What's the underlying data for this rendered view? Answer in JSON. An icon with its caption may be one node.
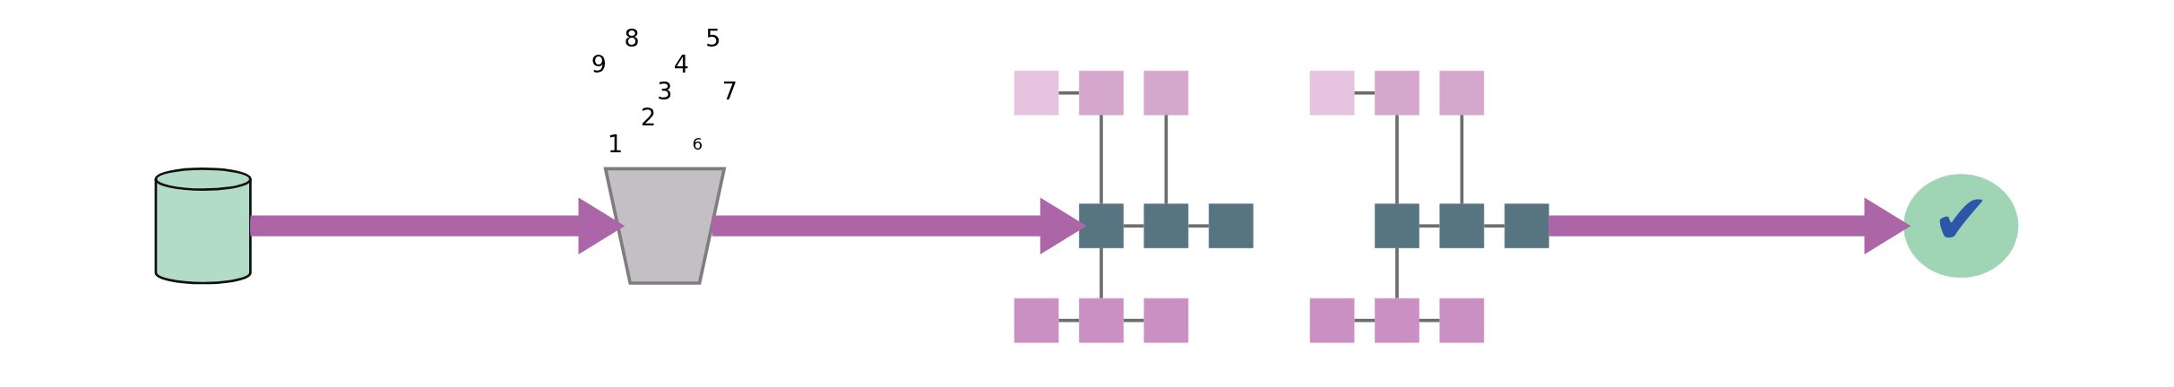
{
  "diagram": {
    "nodes": [
      {
        "text": [],
        "shape": "cylinder"
      },
      {
        "text": [],
        "shape": "funnel"
      },
      {
        "text": [],
        "shape": "square"
      },
      {
        "text": [],
        "shape": "square"
      },
      {
        "text": [],
        "shape": "square"
      },
      {
        "text": [],
        "shape": "square"
      },
      {
        "text": [],
        "shape": "square"
      },
      {
        "text": [],
        "shape": "square"
      },
      {
        "text": [],
        "shape": "square"
      },
      {
        "text": [],
        "shape": "square"
      },
      {
        "text": [],
        "shape": "square"
      },
      {
        "text": [],
        "shape": "square"
      },
      {
        "text": [],
        "shape": "square"
      },
      {
        "text": [],
        "shape": "square"
      },
      {
        "text": [],
        "shape": "square"
      },
      {
        "text": [],
        "shape": "square"
      },
      {
        "text": [],
        "shape": "square"
      },
      {
        "text": [],
        "shape": "square"
      },
      {
        "text": [],
        "shape": "square"
      },
      {
        "text": [],
        "shape": "square"
      },
      {
        "text": [
          "✔"
        ]
      }
    ],
    "edges": [
      {
        "from": 0,
        "to": 1,
        "arrow": "to",
        "style": "thick",
        "color": "#ac66a8"
      },
      {
        "from": 1,
        "to": 5,
        "arrow": "to",
        "style": "thick",
        "color": "#ac66a8"
      },
      {
        "from": 2,
        "to": 3,
        "arrow": "none"
      },
      {
        "from": 3,
        "to": 5,
        "arrow": "none"
      },
      {
        "from": 4,
        "to": 6,
        "arrow": "none"
      },
      {
        "from": 5,
        "to": 6,
        "arrow": "none"
      },
      {
        "from": 6,
        "to": 7,
        "arrow": "none"
      },
      {
        "from": 5,
        "to": 9,
        "arrow": "none"
      },
      {
        "from": 8,
        "to": 9,
        "arrow": "none"
      },
      {
        "from": 9,
        "to": 10,
        "arrow": "none"
      },
      {
        "from": 11,
        "to": 12,
        "arrow": "none"
      },
      {
        "from": 12,
        "to": 14,
        "arrow": "none"
      },
      {
        "from": 13,
        "to": 15,
        "arrow": "none"
      },
      {
        "from": 14,
        "to": 15,
        "arrow": "none"
      },
      {
        "from": 15,
        "to": 16,
        "arrow": "none"
      },
      {
        "from": 14,
        "to": 18,
        "arrow": "none"
      },
      {
        "from": 17,
        "to": 18,
        "arrow": "none"
      },
      {
        "from": 18,
        "to": 19,
        "arrow": "none"
      },
      {
        "from": 16,
        "to": 20,
        "arrow": "to",
        "style": "thick",
        "color": "#ac66a8"
      }
    ],
    "labels": [
      "8",
      "5",
      "9",
      "4",
      "3",
      "7",
      "2",
      "1",
      "6"
    ]
  }
}
